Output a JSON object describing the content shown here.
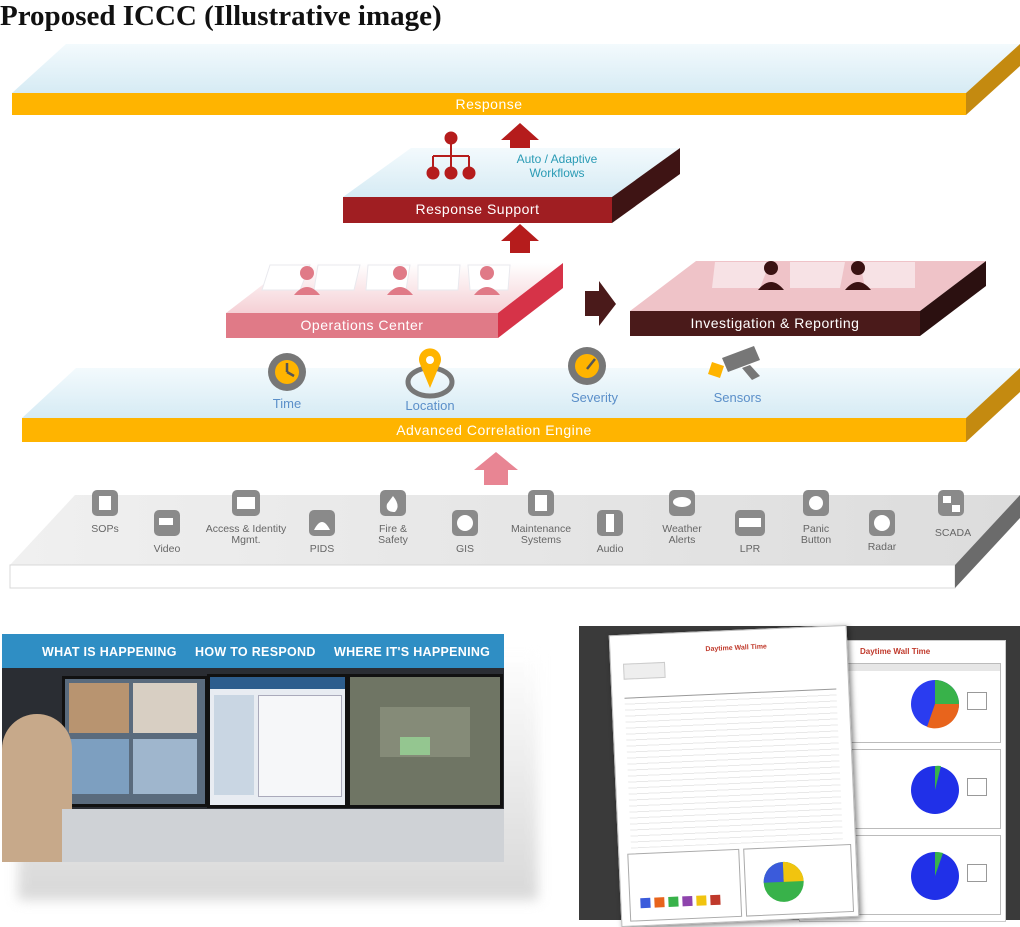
{
  "title": "Proposed ICCC (Illustrative image)",
  "layers": {
    "response": "Response",
    "response_support": "Response  Support",
    "workflows": "Auto / Adaptive Workflows",
    "operations_center": "Operations Center",
    "investigation": "Investigation & Reporting",
    "correlation_engine": "Advanced  Correlation Engine"
  },
  "engine_inputs": [
    "Time",
    "Location",
    "Severity",
    "Sensors"
  ],
  "sources": [
    "SOPs",
    "Video",
    "Access & Identity Mgmt.",
    "PIDS",
    "Fire & Safety",
    "GIS",
    "Maintenance Systems",
    "Audio",
    "Weather Alerts",
    "LPR",
    "Panic Button",
    "Radar",
    "SCADA"
  ],
  "photo_headers": [
    "WHAT IS HAPPENING",
    "HOW TO RESPOND",
    "WHERE IT'S HAPPENING"
  ],
  "report_titles": [
    "Daytime Wall Time",
    "Daytime Wall Time"
  ],
  "colors": {
    "amber": "#ffb400",
    "dark_red": "#9c1c1c",
    "pink": "#e07a87",
    "maroon": "#4a1a1a",
    "light_blue": "#dbeef6"
  }
}
